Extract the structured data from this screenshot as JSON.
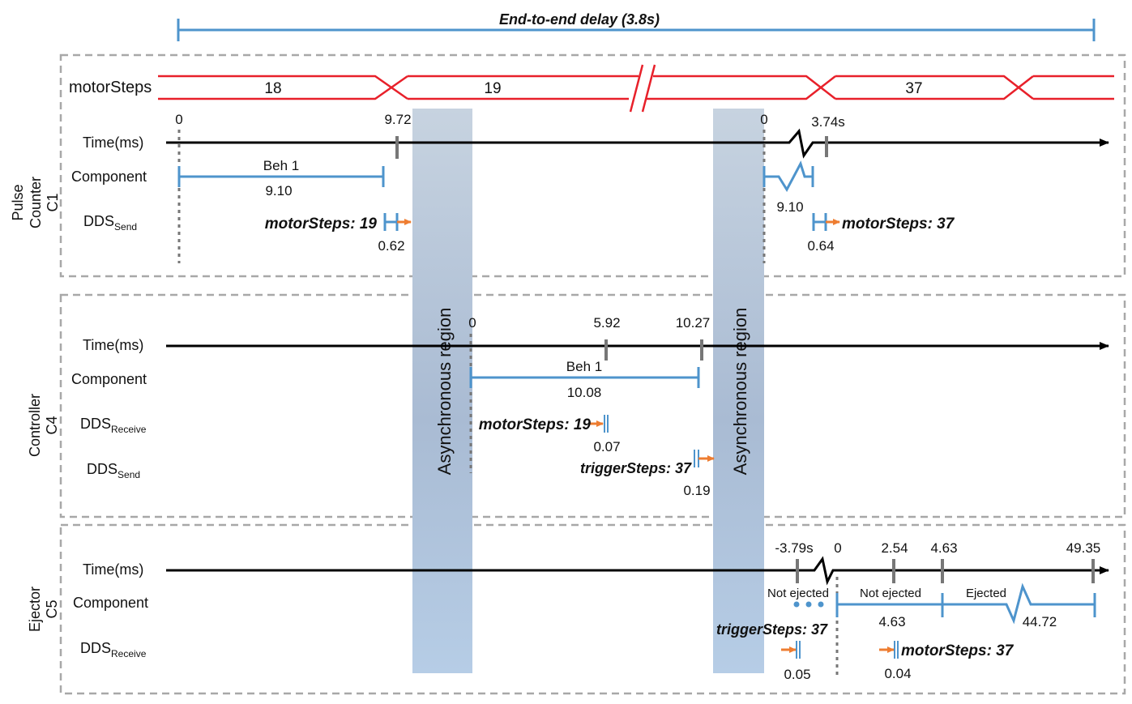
{
  "end_to_end": {
    "label": "End-to-end delay (3.8s)"
  },
  "colors": {
    "blue": "#4e94cc",
    "red": "#e8202a",
    "orange": "#ee7d31",
    "gray": "#9a9a9a",
    "region": "#b3c6dd"
  },
  "signal": {
    "name": "motorSteps",
    "values": [
      "18",
      "19",
      "37"
    ]
  },
  "async": {
    "label": "Asynchronous region"
  },
  "pulse": {
    "group_line1": "Pulse",
    "group_line2": "Counter",
    "group_line3": "C1",
    "time_label": "Time(ms)",
    "component_label": "Component",
    "dds_prefix": "DDS",
    "dds_sub": "Send",
    "t0a": "0",
    "t972": "9.72",
    "t0b": "0",
    "t374s": "3.74s",
    "beh": "Beh 1",
    "dur910a": "9.10",
    "dur910b": "9.10",
    "msg19": "motorSteps: 19",
    "d062": "0.62",
    "msg37": "motorSteps: 37",
    "d064": "0.64"
  },
  "controller": {
    "group_line1": "Controller",
    "group_line2": "C4",
    "time_label": "Time(ms)",
    "component_label": "Component",
    "dds_prefix": "DDS",
    "dds_recv_sub": "Receive",
    "dds_send_sub": "Send",
    "t0": "0",
    "t592": "5.92",
    "t1027": "10.27",
    "beh": "Beh 1",
    "dur1008": "10.08",
    "msg19": "motorSteps: 19",
    "d007": "0.07",
    "trigger": "triggerSteps: 37",
    "d019": "0.19"
  },
  "ejector": {
    "group_line1": "Ejector",
    "group_line2": "C5",
    "time_label": "Time(ms)",
    "component_label": "Component",
    "dds_prefix": "DDS",
    "dds_recv_sub": "Receive",
    "tneg": "-3.79s",
    "t0": "0",
    "t254": "2.54",
    "t463": "4.63",
    "t4935": "49.35",
    "not_ejected_a": "Not ejected",
    "not_ejected_b": "Not ejected",
    "ejected": "Ejected",
    "dur463": "4.63",
    "dur4472": "44.72",
    "trigger": "triggerSteps: 37",
    "d005": "0.05",
    "msg37": "motorSteps: 37",
    "d004": "0.04"
  }
}
